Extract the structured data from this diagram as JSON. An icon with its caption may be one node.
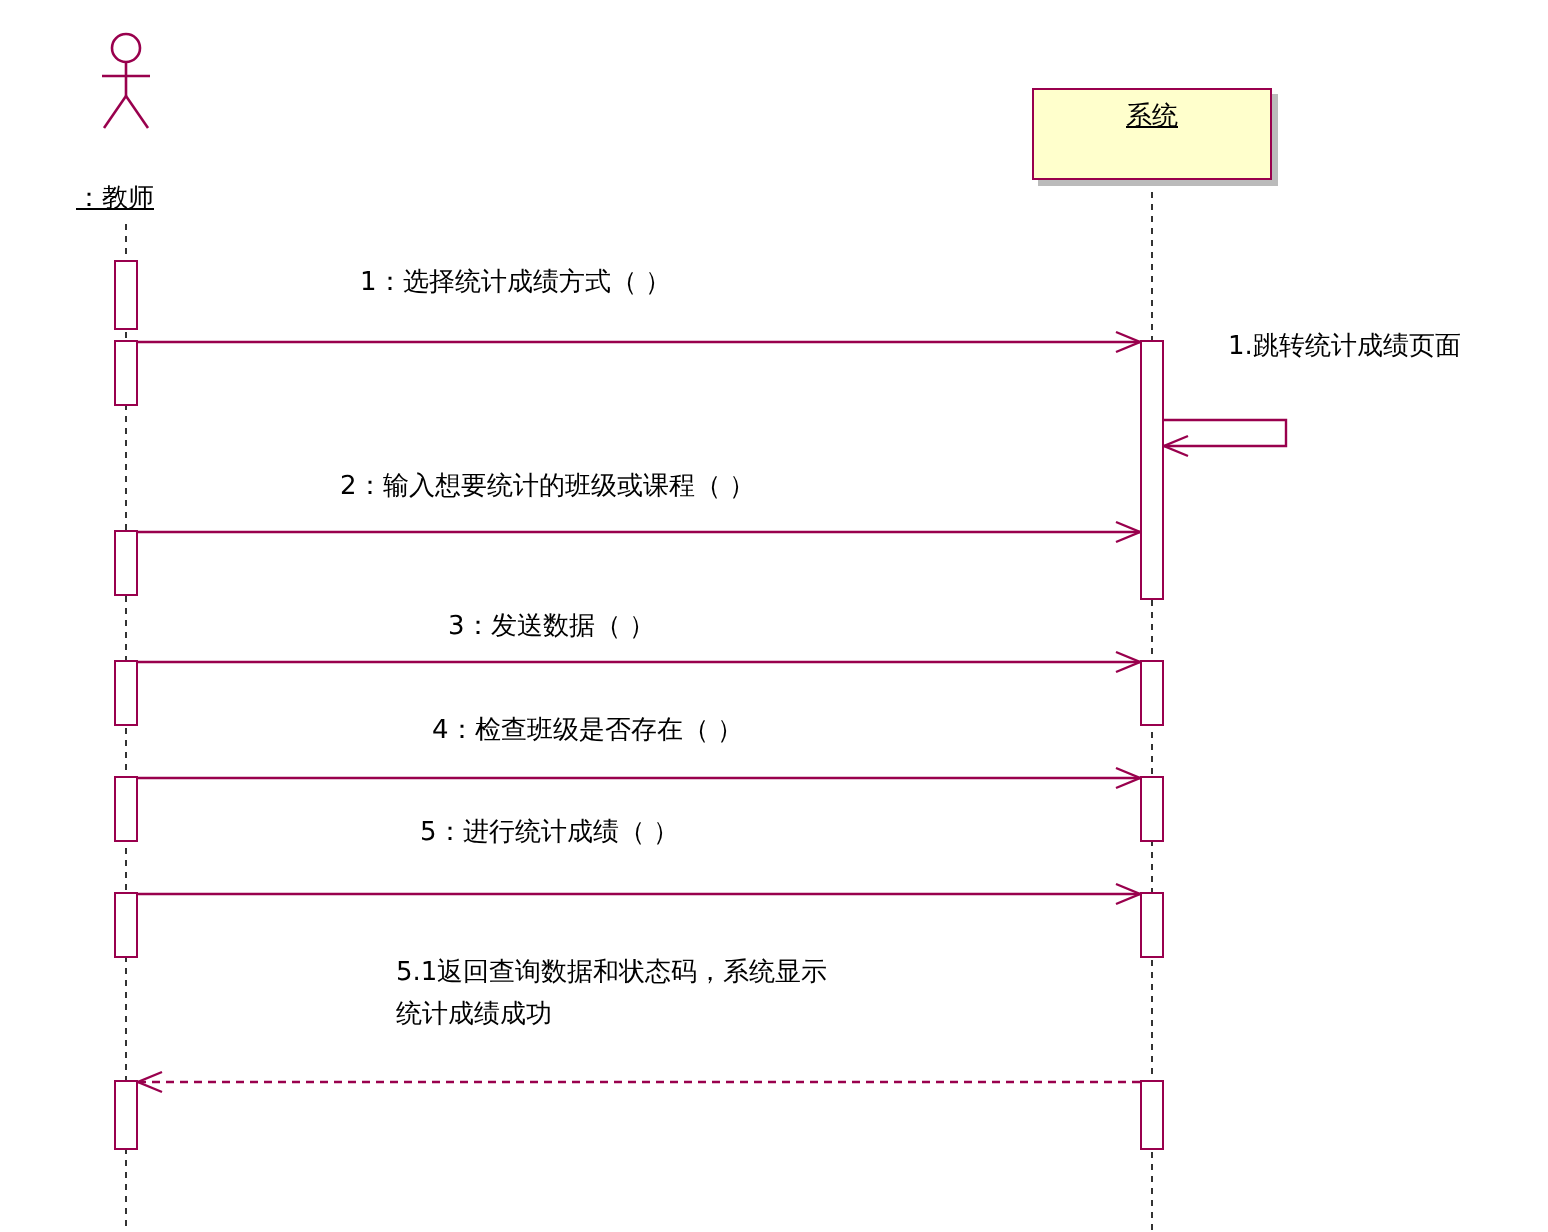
{
  "diagram": {
    "nodes": [
      {
        "text": [
          "：教师"
        ]
      },
      {
        "text": [
          "系统"
        ]
      },
      {
        "text": [],
        "shape": "bar"
      },
      {
        "text": [],
        "shape": "bar"
      },
      {
        "text": [],
        "shape": "bar"
      },
      {
        "text": [],
        "shape": "bar"
      },
      {
        "text": [],
        "shape": "bar"
      },
      {
        "text": [],
        "shape": "bar"
      },
      {
        "text": [],
        "shape": "bar"
      },
      {
        "text": [],
        "shape": "bar"
      },
      {
        "text": [],
        "shape": "bar"
      },
      {
        "text": [],
        "shape": "bar"
      },
      {
        "text": [],
        "shape": "bar"
      },
      {
        "text": [],
        "shape": "bar"
      }
    ],
    "edges": [
      {
        "from": 3,
        "to": 4,
        "arrow": "to",
        "label": "1：选择统计成绩方式（ ）"
      },
      {
        "from": 4,
        "to": 4,
        "arrow": "to",
        "label": "1.跳转统计成绩页面"
      },
      {
        "from": 5,
        "to": 4,
        "arrow": "to",
        "label": "2：输入想要统计的班级或课程（ ）"
      },
      {
        "from": 6,
        "to": 7,
        "arrow": "to",
        "label": "3：发送数据（ ）"
      },
      {
        "from": 8,
        "to": 9,
        "arrow": "to",
        "label": "4：检查班级是否存在（ ）"
      },
      {
        "from": 10,
        "to": 11,
        "arrow": "to",
        "label": "5：进行统计成绩（ ）"
      },
      {
        "from": 13,
        "to": 12,
        "arrow": "to",
        "label": "5.1返回查询数据和状态码，系统显示统计成绩成功",
        "style": "dashed"
      }
    ]
  }
}
